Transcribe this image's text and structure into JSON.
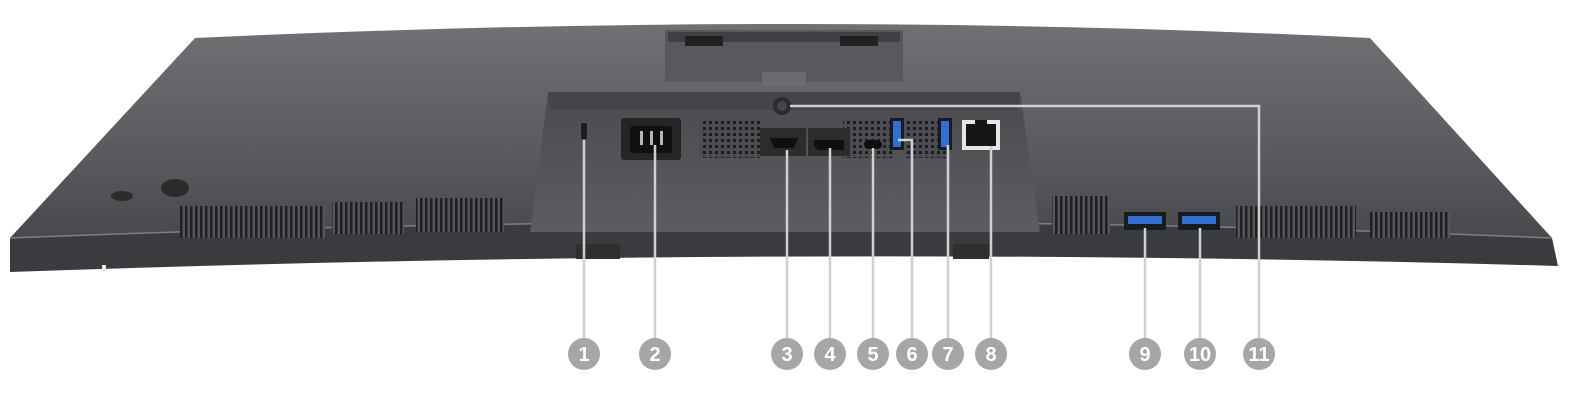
{
  "callouts": [
    {
      "number": "1",
      "port": "security-lock-slot"
    },
    {
      "number": "2",
      "port": "power-connector"
    },
    {
      "number": "3",
      "port": "hdmi-port"
    },
    {
      "number": "4",
      "port": "displayport"
    },
    {
      "number": "5",
      "port": "usb-c-port"
    },
    {
      "number": "6",
      "port": "usb-a-port"
    },
    {
      "number": "7",
      "port": "usb-a-port"
    },
    {
      "number": "8",
      "port": "rj45-ethernet-port"
    },
    {
      "number": "9",
      "port": "usb-a-port"
    },
    {
      "number": "10",
      "port": "usb-a-port"
    },
    {
      "number": "11",
      "port": "stand-lock-button"
    }
  ],
  "colors": {
    "monitor_body": "#5d5e61",
    "monitor_edge": "#3b3c3f",
    "bay": "#505155",
    "callout_badge": "#a6a6a6",
    "callout_line": "#d0d0d0",
    "usb_blue": "#2f6fd6"
  }
}
